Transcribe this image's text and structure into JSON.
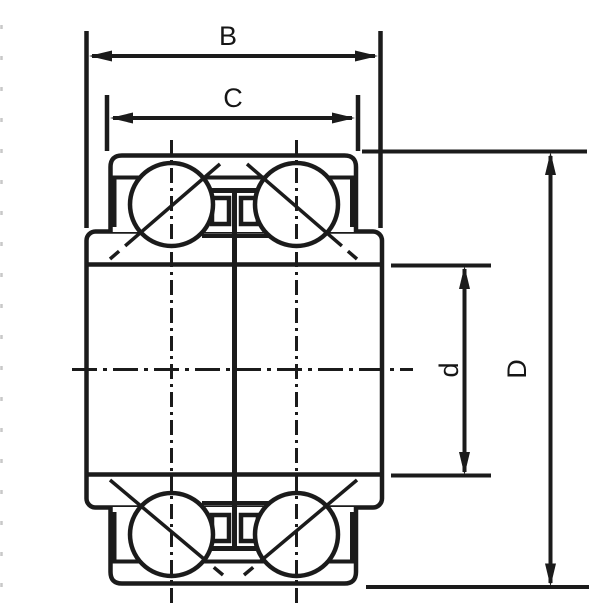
{
  "figure": {
    "kind": "bearing cross-section technical drawing",
    "labels": {
      "B": "B",
      "C": "C",
      "d": "d",
      "D": "D"
    }
  },
  "colors": {
    "line": "#1b1b1b",
    "label": "#161616",
    "background": "#ffffff",
    "scan_artifact": "#c8c8c8"
  }
}
